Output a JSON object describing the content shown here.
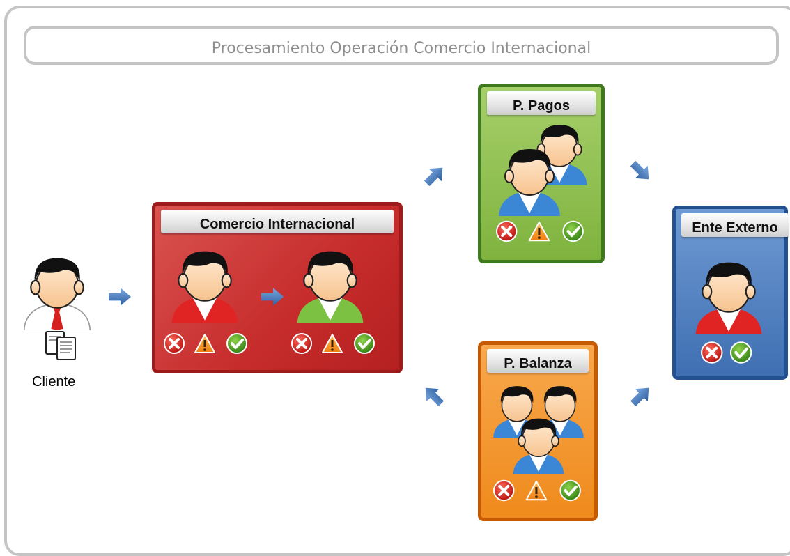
{
  "title": "Procesamiento Operación Comercio Internacional",
  "client": {
    "label": "Cliente"
  },
  "boxes": {
    "comercio": {
      "title": "Comercio Internacional"
    },
    "pagos": {
      "title": "P. Pagos"
    },
    "balanza": {
      "title": "P. Balanza"
    },
    "externo": {
      "title": "Ente Externo"
    }
  },
  "icons": [
    "person-icon",
    "document-icon",
    "arrow-icon",
    "reject-icon",
    "warning-icon",
    "approve-icon"
  ],
  "colors": {
    "comercio": "#c62c2c",
    "pagos": "#7fb33e",
    "balanza": "#ef8a1c",
    "externo": "#3f6fb2",
    "arrow": "#3a6fb5"
  }
}
